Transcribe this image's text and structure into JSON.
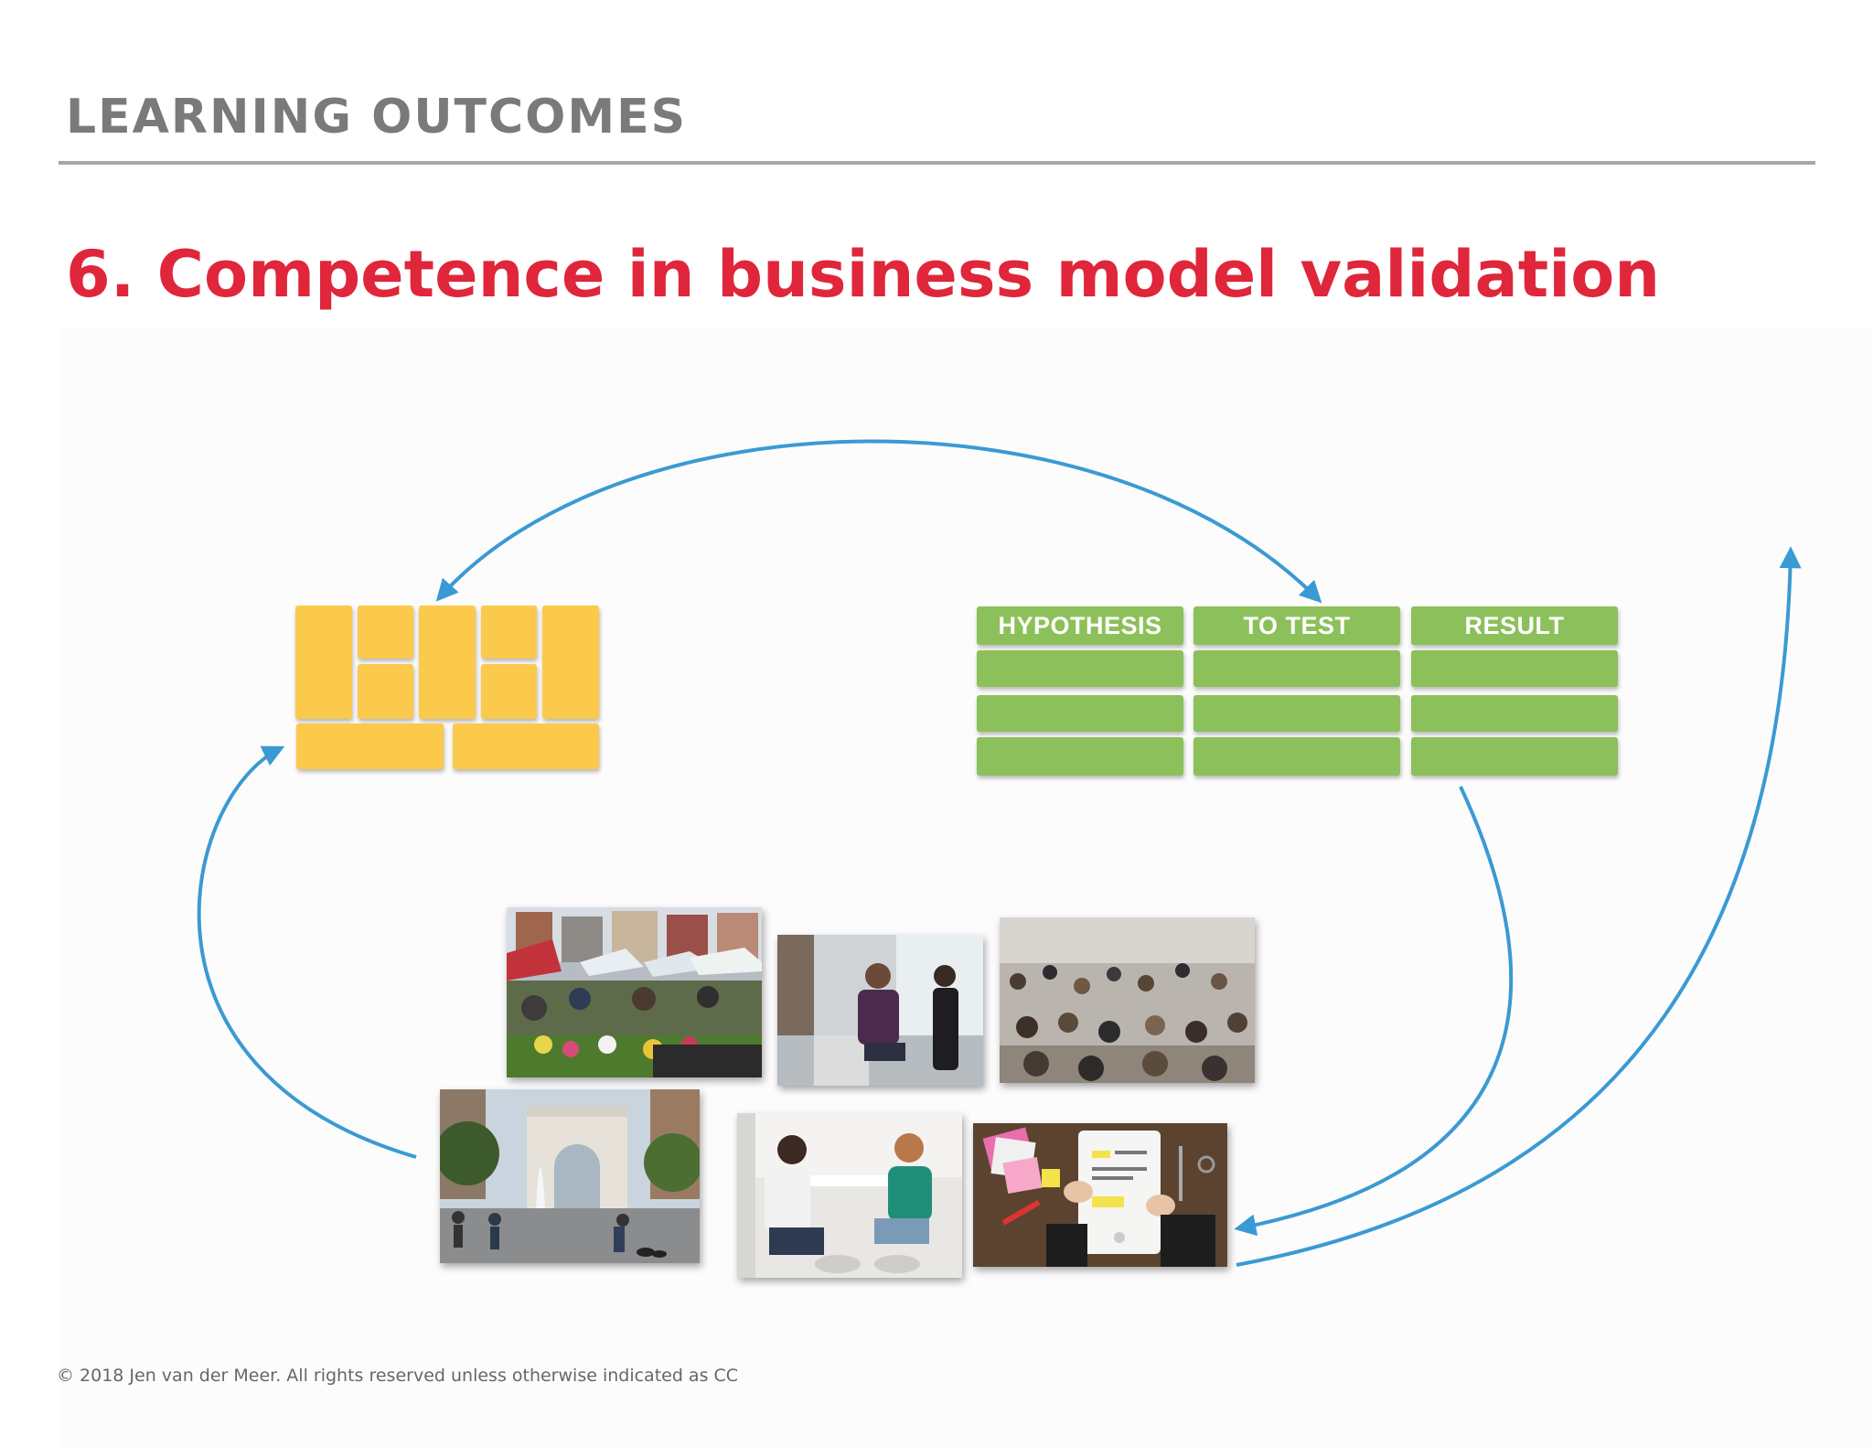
{
  "header": {
    "section_title": "LEARNING OUTCOMES",
    "slide_heading": "6. Competence in business model validation"
  },
  "test_card": {
    "columns": [
      "HYPOTHESIS",
      "TO TEST",
      "RESULT"
    ],
    "empty_rows": 3
  },
  "photos": [
    {
      "name": "photo-farmers-market",
      "subject": "outdoor farmers market with flower stalls"
    },
    {
      "name": "photo-office-conversation",
      "subject": "two people talking in an office"
    },
    {
      "name": "photo-crowd",
      "subject": "crowd of people walking"
    },
    {
      "name": "photo-washington-square-arch",
      "subject": "park with arch and fountain"
    },
    {
      "name": "photo-interview",
      "subject": "two women talking at a table"
    },
    {
      "name": "photo-paper-prototype",
      "subject": "hands holding a paper prototype on a desk"
    }
  ],
  "colors": {
    "canvas_yellow": "#fbc94c",
    "test_green": "#8cc05a",
    "arrow_blue": "#3a9ad3",
    "heading_red": "#e0263a",
    "title_gray": "#7a7a7a"
  },
  "footer": {
    "copyright": "© 2018 Jen van der Meer. All rights reserved unless otherwise indicated as CC"
  }
}
